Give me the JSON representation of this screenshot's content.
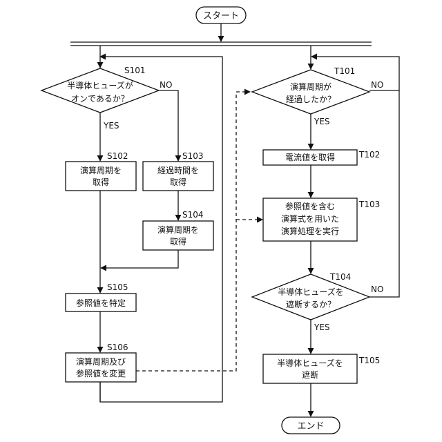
{
  "flowchart": {
    "start": "スタート",
    "end": "エンド",
    "left": {
      "s101": {
        "id": "S101",
        "lines": [
          "半導体ヒューズが",
          "オンであるか？"
        ]
      },
      "s102": {
        "id": "S102",
        "lines": [
          "演算周期を",
          "取得"
        ]
      },
      "s103": {
        "id": "S103",
        "lines": [
          "経過時間を",
          "取得"
        ]
      },
      "s104": {
        "id": "S104",
        "lines": [
          "演算周期を",
          "取得"
        ]
      },
      "s105": {
        "id": "S105",
        "lines": [
          "参照値を特定"
        ]
      },
      "s106": {
        "id": "S106",
        "lines": [
          "演算周期及び",
          "参照値を変更"
        ]
      },
      "yes": "YES",
      "no": "NO"
    },
    "right": {
      "t101": {
        "id": "T101",
        "lines": [
          "演算周期が",
          "経過したか？"
        ]
      },
      "t102": {
        "id": "T102",
        "lines": [
          "電流値を取得"
        ]
      },
      "t103": {
        "id": "T103",
        "lines": [
          "参照値を含む",
          "演算式を用いた",
          "演算処理を実行"
        ]
      },
      "t104": {
        "id": "T104",
        "lines": [
          "半導体ヒューズを",
          "遮断するか？"
        ]
      },
      "t105": {
        "id": "T105",
        "lines": [
          "半導体ヒューズを",
          "遮断"
        ]
      },
      "yes1": "YES",
      "no1": "NO",
      "yes2": "YES",
      "no2": "NO"
    }
  }
}
